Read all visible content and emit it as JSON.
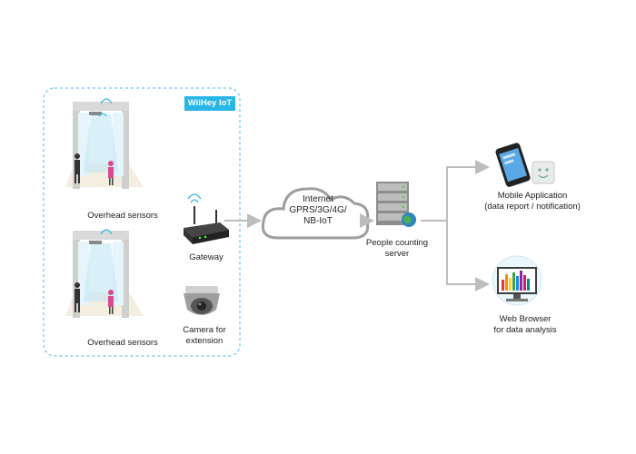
{
  "badge": "WiiHey IoT",
  "sensor_top_label": "Overhead sensors",
  "sensor_bottom_label": "Overhead sensors",
  "gateway_label": "Gateway",
  "camera_label_line1": "Camera for",
  "camera_label_line2": "extension",
  "cloud_line1": "Internet",
  "cloud_line2": "GPRS/3G/4G/",
  "cloud_line3": "NB-IoT",
  "server_line1": "People counting",
  "server_line2": "server",
  "mobile_line1": "Mobile Application",
  "mobile_line2": "(data report / notification)",
  "web_line1": "Web Browser",
  "web_line2": "for data analysis",
  "colors": {
    "accent": "#29b6e6",
    "box_border": "#7fd0ee",
    "arrow": "#bdbdbd"
  }
}
